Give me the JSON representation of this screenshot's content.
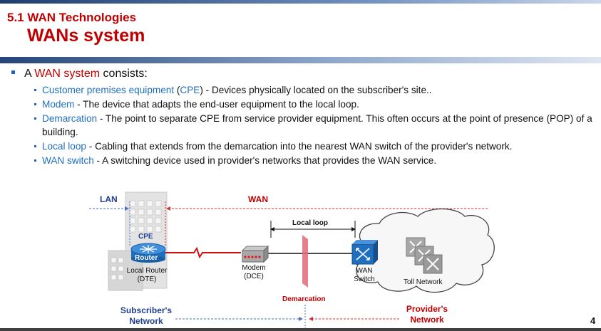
{
  "header": {
    "section": "5.1 WAN Technologies",
    "title": "WANs system"
  },
  "main_bullet": {
    "prefix": "A ",
    "highlight": "WAN system",
    "suffix": " consists:"
  },
  "items": [
    {
      "term": "Customer premises equipment",
      "mid_plain": " (",
      "abbr": "CPE",
      "rest": ") - Devices physically located on the subscriber's site.."
    },
    {
      "term": "Modem",
      "rest": " - The device that adapts the end-user equipment to the local loop."
    },
    {
      "term": "Demarcation",
      "rest": " - The point to separate CPE from service provider equipment. This often occurs at the point of presence (POP) of a building."
    },
    {
      "term": "Local loop",
      "rest": " - Cabling that extends from the demarcation into the nearest WAN switch of the provider's network."
    },
    {
      "term": "WAN switch",
      "rest": " - A switching device used in provider's networks that provides the WAN service."
    }
  ],
  "diagram": {
    "lan": "LAN",
    "wan": "WAN",
    "cpe": "CPE",
    "router": "Router",
    "local_router_1": "Local Router",
    "local_router_2": "(DTE)",
    "modem_1": "Modem",
    "modem_2": "(DCE)",
    "local_loop": "Local loop",
    "wan_switch_1": "WAN",
    "wan_switch_2": "Switch",
    "toll_network": "Toll Network",
    "demarcation": "Demarcation",
    "subscriber_1": "Subscriber's",
    "subscriber_2": "Network",
    "provider_1": "Provider's",
    "provider_2": "Network"
  },
  "page_number": "4",
  "colors": {
    "accent_red": "#c00000",
    "accent_blue": "#1f6fbf",
    "dark_blue": "#1f3f8f"
  }
}
